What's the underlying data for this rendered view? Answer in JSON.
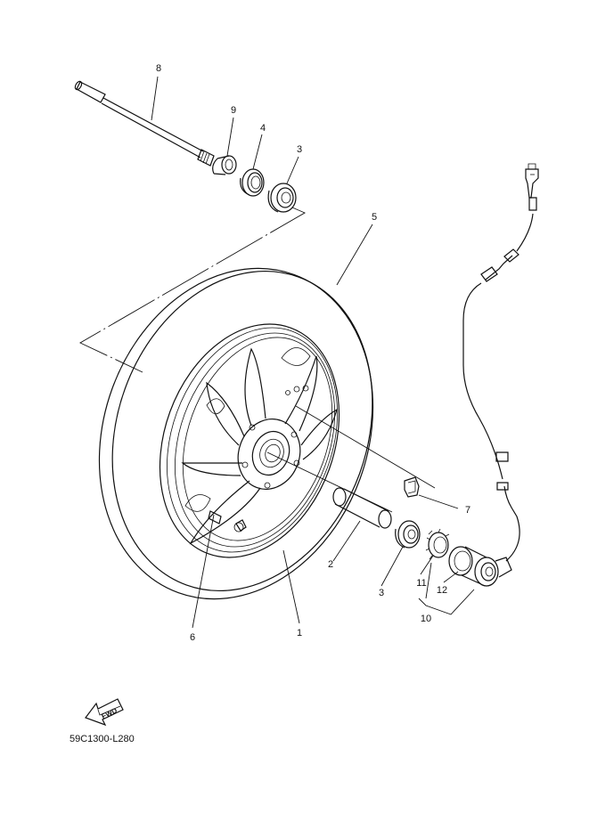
{
  "diagram": {
    "callouts": {
      "c1": "1",
      "c2": "2",
      "c3a": "3",
      "c3b": "3",
      "c4": "4",
      "c5": "5",
      "c6": "6",
      "c7": "7",
      "c8": "8",
      "c9": "9",
      "c10": "10",
      "c11": "11",
      "c12": "12"
    },
    "fwd_label": "FWD",
    "drawing_code": "59C1300-L280"
  }
}
